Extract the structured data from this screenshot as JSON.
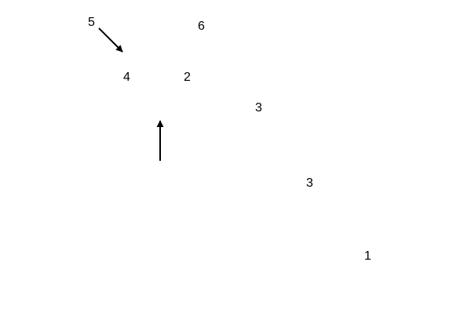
{
  "labels": {
    "label_5": "5",
    "label_6": "6",
    "label_4": "4",
    "label_2": "2",
    "label_3a": "3",
    "label_3b": "3",
    "label_1": "1"
  },
  "arrows": {
    "diagonal": "arrow-down-right-icon",
    "vertical": "arrow-up-icon"
  },
  "colors": {
    "ink": "#000000",
    "background": "#ffffff"
  }
}
